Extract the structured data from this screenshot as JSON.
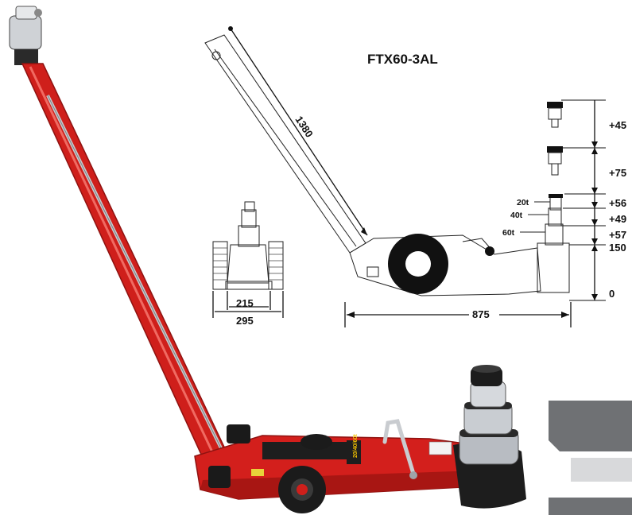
{
  "product": {
    "model": "FTX60-3AL",
    "label_capacity": "20/40/60t"
  },
  "drawings": {
    "side": {
      "handle_length": "1380",
      "overall_length": "875",
      "stages": [
        {
          "capacity": "20t"
        },
        {
          "capacity": "40t"
        },
        {
          "capacity": "60t"
        }
      ],
      "height_increments": [
        "+45",
        "+75",
        "+56",
        "+49",
        "+57",
        "150",
        "0"
      ]
    },
    "front": {
      "inner_width": "215",
      "outer_width": "295"
    }
  },
  "colors": {
    "jack_body": "#d31f1c",
    "jack_dark": "#8f1210",
    "ram_steel": "#b8bcc2",
    "rubber": "#1a1a1a",
    "graphic_gray": "#6f7174",
    "graphic_light": "#d8d9db"
  }
}
